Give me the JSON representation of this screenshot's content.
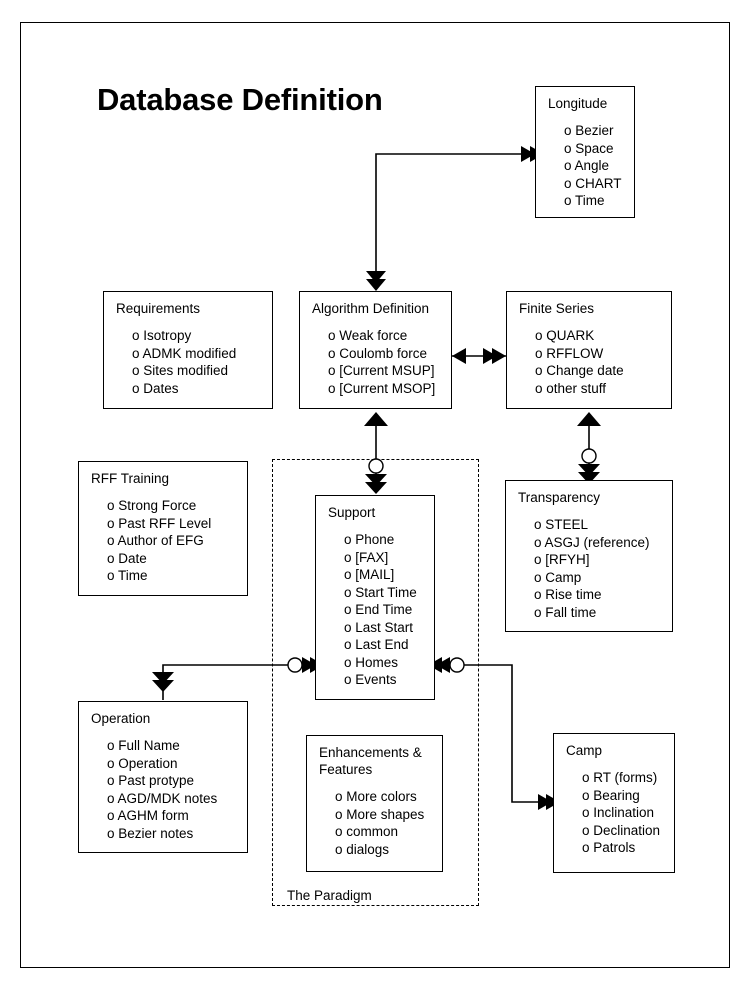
{
  "page": {
    "title": "Database Definition",
    "group_label": "The Paradigm",
    "bullet_marker": "o",
    "colors": {
      "line": "#000000",
      "box_fill": "#ffffff",
      "text": "#000000",
      "page_background": "#ffffff"
    }
  },
  "nodes": [
    {
      "id": "longitude",
      "title": "Longitude",
      "items": [
        "Bezier",
        "Space",
        "Angle",
        "CHART",
        "Time"
      ]
    },
    {
      "id": "requirements",
      "title": "Requirements",
      "items": [
        "Isotropy",
        "ADMK modified",
        "Sites modified",
        "Dates"
      ]
    },
    {
      "id": "algorithm-definition",
      "title": "Algorithm Definition",
      "items": [
        "Weak force",
        "Coulomb force",
        "[Current MSUP]",
        "[Current MSOP]"
      ]
    },
    {
      "id": "finite-series",
      "title": "Finite Series",
      "items": [
        "QUARK",
        "RFFLOW",
        "Change date",
        "other stuff"
      ]
    },
    {
      "id": "rff-training",
      "title": "RFF Training",
      "items": [
        "Strong Force",
        "Past RFF Level",
        "Author of EFG",
        "Date",
        "Time"
      ]
    },
    {
      "id": "support",
      "title": "Support",
      "items": [
        "Phone",
        "[FAX]",
        "[MAIL]",
        "Start Time",
        "End Time",
        "Last Start",
        "Last End",
        "Homes",
        "Events"
      ]
    },
    {
      "id": "transparency",
      "title": "Transparency",
      "items": [
        "STEEL",
        "ASGJ (reference)",
        "[RFYH]",
        "Camp",
        "Rise time",
        "Fall time"
      ]
    },
    {
      "id": "operation",
      "title": "Operation",
      "items": [
        "Full Name",
        "Operation",
        "Past protype",
        "AGD/MDK notes",
        "AGHM form",
        "Bezier notes"
      ]
    },
    {
      "id": "enhancements-features",
      "title": "Enhancements &\nFeatures",
      "items": [
        "More colors",
        "More shapes",
        "common",
        "dialogs"
      ]
    },
    {
      "id": "camp",
      "title": "Camp",
      "items": [
        "RT (forms)",
        "Bearing",
        "Inclination",
        "Declination",
        "Patrols"
      ]
    }
  ],
  "connectors": [
    {
      "id": "algorithm-to-longitude",
      "from": "algorithm-definition",
      "to": "longitude",
      "end_marker": "double-arrow"
    },
    {
      "id": "longitude-branch-to-algorithm",
      "from": "longitude",
      "to": "algorithm-definition",
      "end_marker": "double-arrow"
    },
    {
      "id": "algorithm-to-finite-series",
      "from": "algorithm-definition",
      "to": "finite-series",
      "start_marker": "arrow",
      "end_marker": "double-arrow"
    },
    {
      "id": "algorithm-to-support",
      "from": "algorithm-definition",
      "to": "support",
      "start_marker": "arrow",
      "end_marker": "double-arrow",
      "junction": "circle"
    },
    {
      "id": "finite-series-to-transparency",
      "from": "finite-series",
      "to": "transparency",
      "start_marker": "arrow",
      "end_marker": "double-arrow",
      "junction": "circle"
    },
    {
      "id": "operation-to-support",
      "from": "operation",
      "to": "support",
      "start_marker": "double-arrow",
      "end_marker": "double-arrow",
      "junction": "circle"
    },
    {
      "id": "support-to-camp",
      "from": "support",
      "to": "camp",
      "start_marker": "double-arrow",
      "end_marker": "double-arrow",
      "junction": "circle"
    }
  ]
}
